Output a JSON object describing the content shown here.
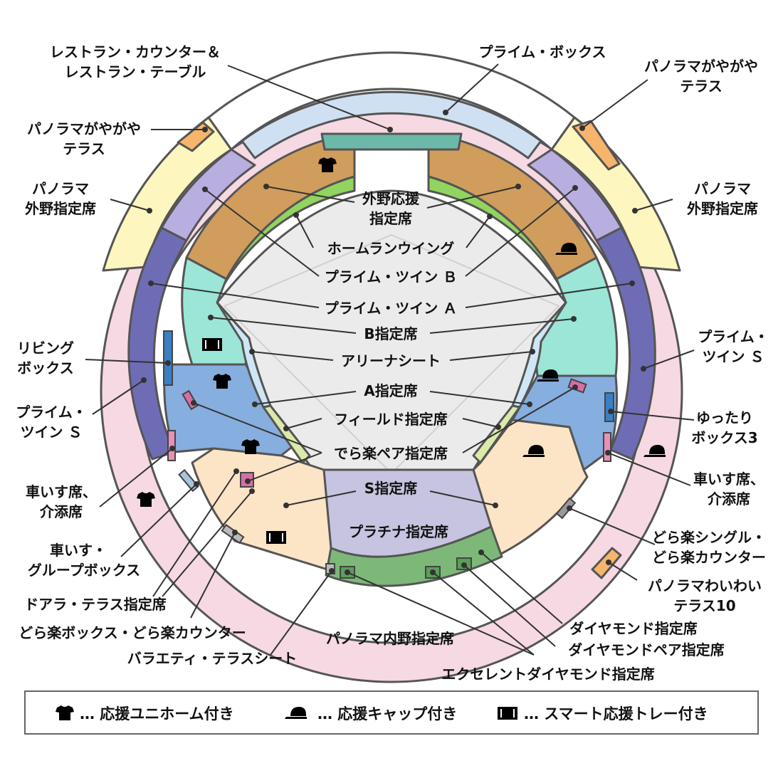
{
  "labels": {
    "restaurant_l1": "レストラン・カウンター＆",
    "restaurant_l2": "レストラン・テーブル",
    "prime_box": "プライム・ボックス",
    "panorama_terrace_r_l1": "パノラマがやがや",
    "panorama_terrace_r_l2": "テラス",
    "panorama_terrace_l_l1": "パノラマがやがや",
    "panorama_terrace_l_l2": "テラス",
    "panorama_outfield_l_l1": "パノラマ",
    "panorama_outfield_l_l2": "外野指定席",
    "panorama_outfield_r_l1": "パノラマ",
    "panorama_outfield_r_l2": "外野指定席",
    "outfield_support_l1": "外野応援",
    "outfield_support_l2": "指定席",
    "homerun_wing": "ホームランウイング",
    "prime_twin_b": "プライム・ツイン Ｂ",
    "prime_twin_a": "プライム・ツイン Ａ",
    "b_reserved": "B指定席",
    "arena_seat": "アリーナシート",
    "a_reserved": "A指定席",
    "field_reserved": "フィールド指定席",
    "dera_pair": "でら楽ペア指定席",
    "s_reserved": "S指定席",
    "platinum": "プラチナ指定席",
    "living_box_l1": "リビング",
    "living_box_l2": "ボックス",
    "prime_twin_s_l_l1": "プライム・",
    "prime_twin_s_l_l2": "ツイン Ｓ",
    "prime_twin_s_r_l1": "プライム・",
    "prime_twin_s_r_l2": "ツイン Ｓ",
    "yuttari_l1": "ゆったり",
    "yuttari_l2": "ボックス3",
    "wheelchair_l_l1": "車いす席、",
    "wheelchair_l_l2": "介添席",
    "wheelchair_r_l1": "車いす席、",
    "wheelchair_r_l2": "介添席",
    "wheelchair_group_l1": "車いす・",
    "wheelchair_group_l2": "グループボックス",
    "dora_single_l1": "どら楽シングル・",
    "dora_single_l2": "どら楽カウンター",
    "panorama_waiwai_l1": "パノラマわいわい",
    "panorama_waiwai_l2": "テラス10",
    "doara_terrace": "ドアラ・テラス指定席",
    "dora_box": "どら楽ボックス・どら楽カウンター",
    "panorama_infield": "パノラマ内野指定席",
    "diamond": "ダイヤモンド指定席",
    "variety_terrace": "バラエティ・テラスシート",
    "diamond_pair": "ダイヤモンドペア指定席",
    "excellent_diamond": "エクセレントダイヤモンド指定席"
  },
  "legend": [
    {
      "icon": "uniform-icon",
      "text": "… 応援ユニホーム付き"
    },
    {
      "icon": "cap-icon",
      "text": "… 応援キャップ付き"
    },
    {
      "icon": "tray-icon",
      "text": "… スマート応援トレー付き"
    }
  ],
  "colors": {
    "panorama_infield": "#f6d9e2",
    "panorama_outfield": "#fdf6bf",
    "prime_box": "#cfe0f3",
    "prime_twin_s": "#6f6cb6",
    "prime_twin_b": "#b9aee0",
    "outfield_support": "#d09d5c",
    "homerun_wing": "#92d460",
    "field": "#ebebeb",
    "b_reserved": "#9be6d7",
    "a_reserved": "#86aede",
    "s_reserved": "#fce4c6",
    "platinum": "#c6c4e0",
    "diamond": "#7db879",
    "restaurant": "#6cb9a9",
    "terrace": "#f6b56a",
    "arena": "#cfe6f6"
  }
}
